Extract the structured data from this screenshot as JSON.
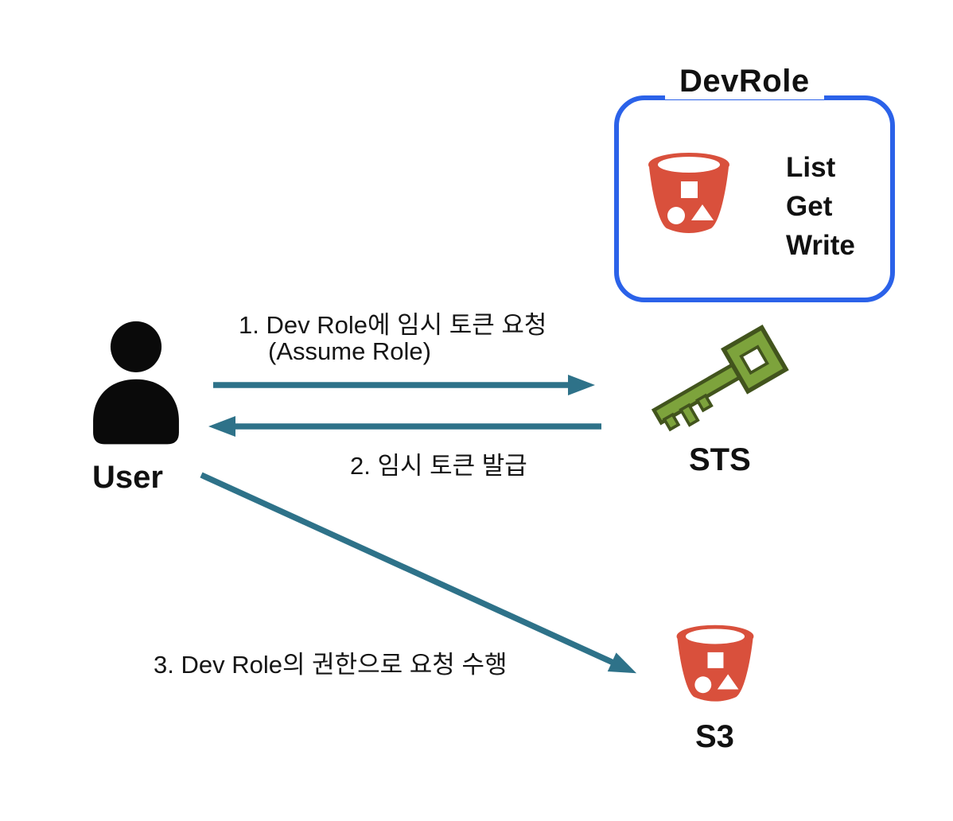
{
  "devrole_box": {
    "title": "DevRole",
    "permissions": [
      "List",
      "Get",
      "Write"
    ]
  },
  "nodes": {
    "user_label": "User",
    "sts_label": "STS",
    "s3_label": "S3"
  },
  "steps": {
    "step1_line1": "1. Dev Role에 임시 토큰 요청",
    "step1_line2": "(Assume Role)",
    "step2": "2. 임시 토큰 발급",
    "step3": "3. Dev Role의 권한으로 요청 수행"
  },
  "icons": {
    "user": "person-silhouette-icon",
    "sts": "green-key-icon",
    "s3": "red-bucket-icon",
    "devrole": "red-bucket-icon"
  },
  "colors": {
    "arrow": "#2e7289",
    "box_border": "#2b62e9",
    "bucket": "#d9503c",
    "key": "#7da33c",
    "key_dark": "#42541d",
    "text": "#111111"
  }
}
